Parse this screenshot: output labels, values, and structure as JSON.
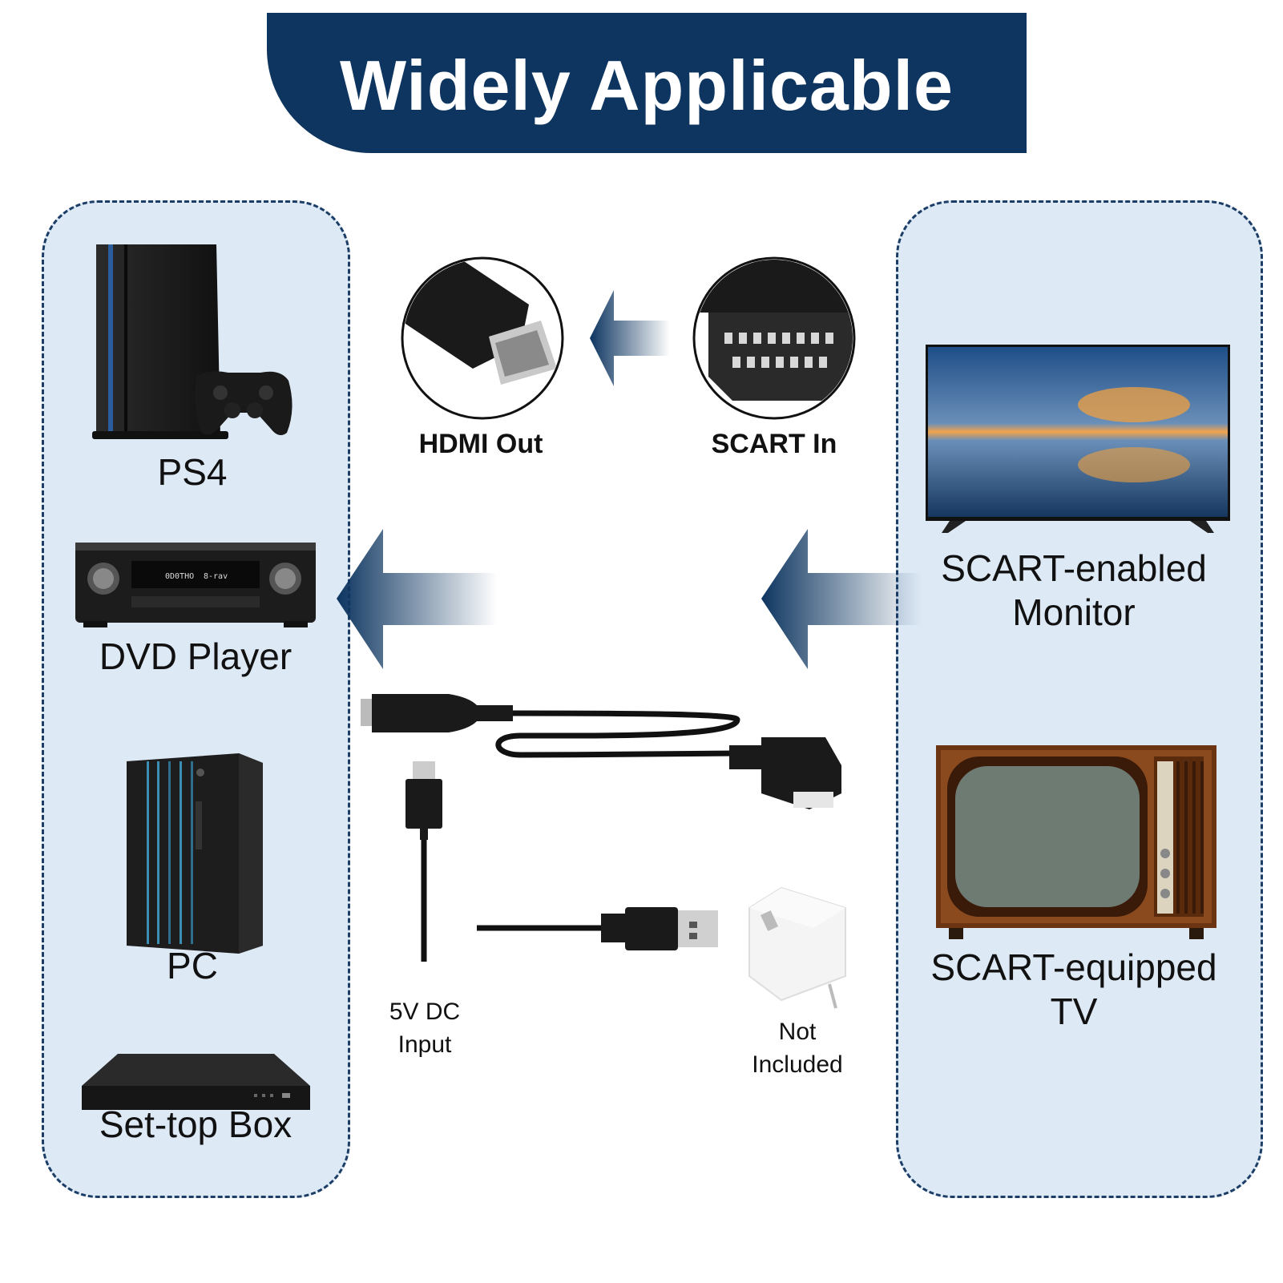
{
  "banner": {
    "title": "Widely Applicable"
  },
  "colors": {
    "navy": "#0d3560",
    "panel": "#dde9f5",
    "border": "#1b3d66"
  },
  "source_devices": [
    {
      "label": "PS4",
      "icon": "game-console-icon"
    },
    {
      "label": "DVD Player",
      "icon": "av-receiver-icon"
    },
    {
      "label": "PC",
      "icon": "desktop-tower-icon"
    },
    {
      "label": "Set-top Box",
      "icon": "set-top-box-icon"
    }
  ],
  "target_devices": [
    {
      "label": "SCART-enabled\nMonitor",
      "icon": "flat-tv-icon"
    },
    {
      "label": "SCART-equipped\nTV",
      "icon": "retro-tv-icon"
    }
  ],
  "connectors": {
    "hdmi": "HDMI Out",
    "scart": "SCART In"
  },
  "cable": {
    "power_label": "5V DC\nInput",
    "adapter_label": "Not\nIncluded"
  }
}
